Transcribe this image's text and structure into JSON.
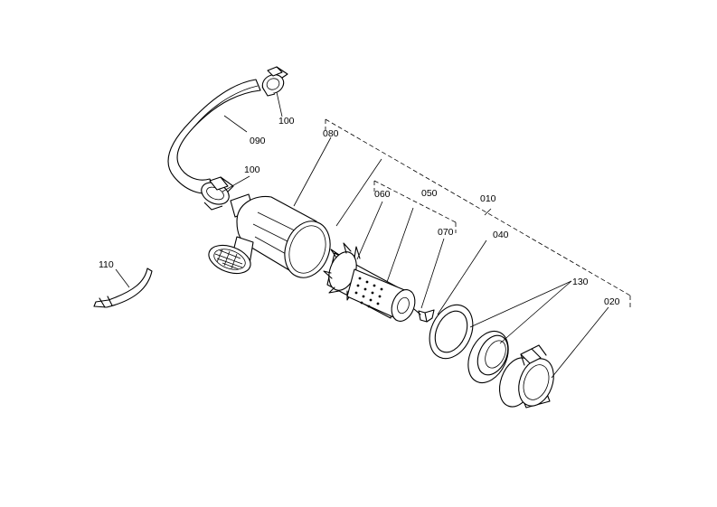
{
  "labels": {
    "p010": "010",
    "p020": "020",
    "p040": "040",
    "p050": "050",
    "p060": "060",
    "p070": "070",
    "p080": "080",
    "p090": "090",
    "p100a": "100",
    "p100b": "100",
    "p110": "110",
    "p130": "130"
  },
  "colors": {
    "line": "#000000",
    "background": "#ffffff"
  }
}
